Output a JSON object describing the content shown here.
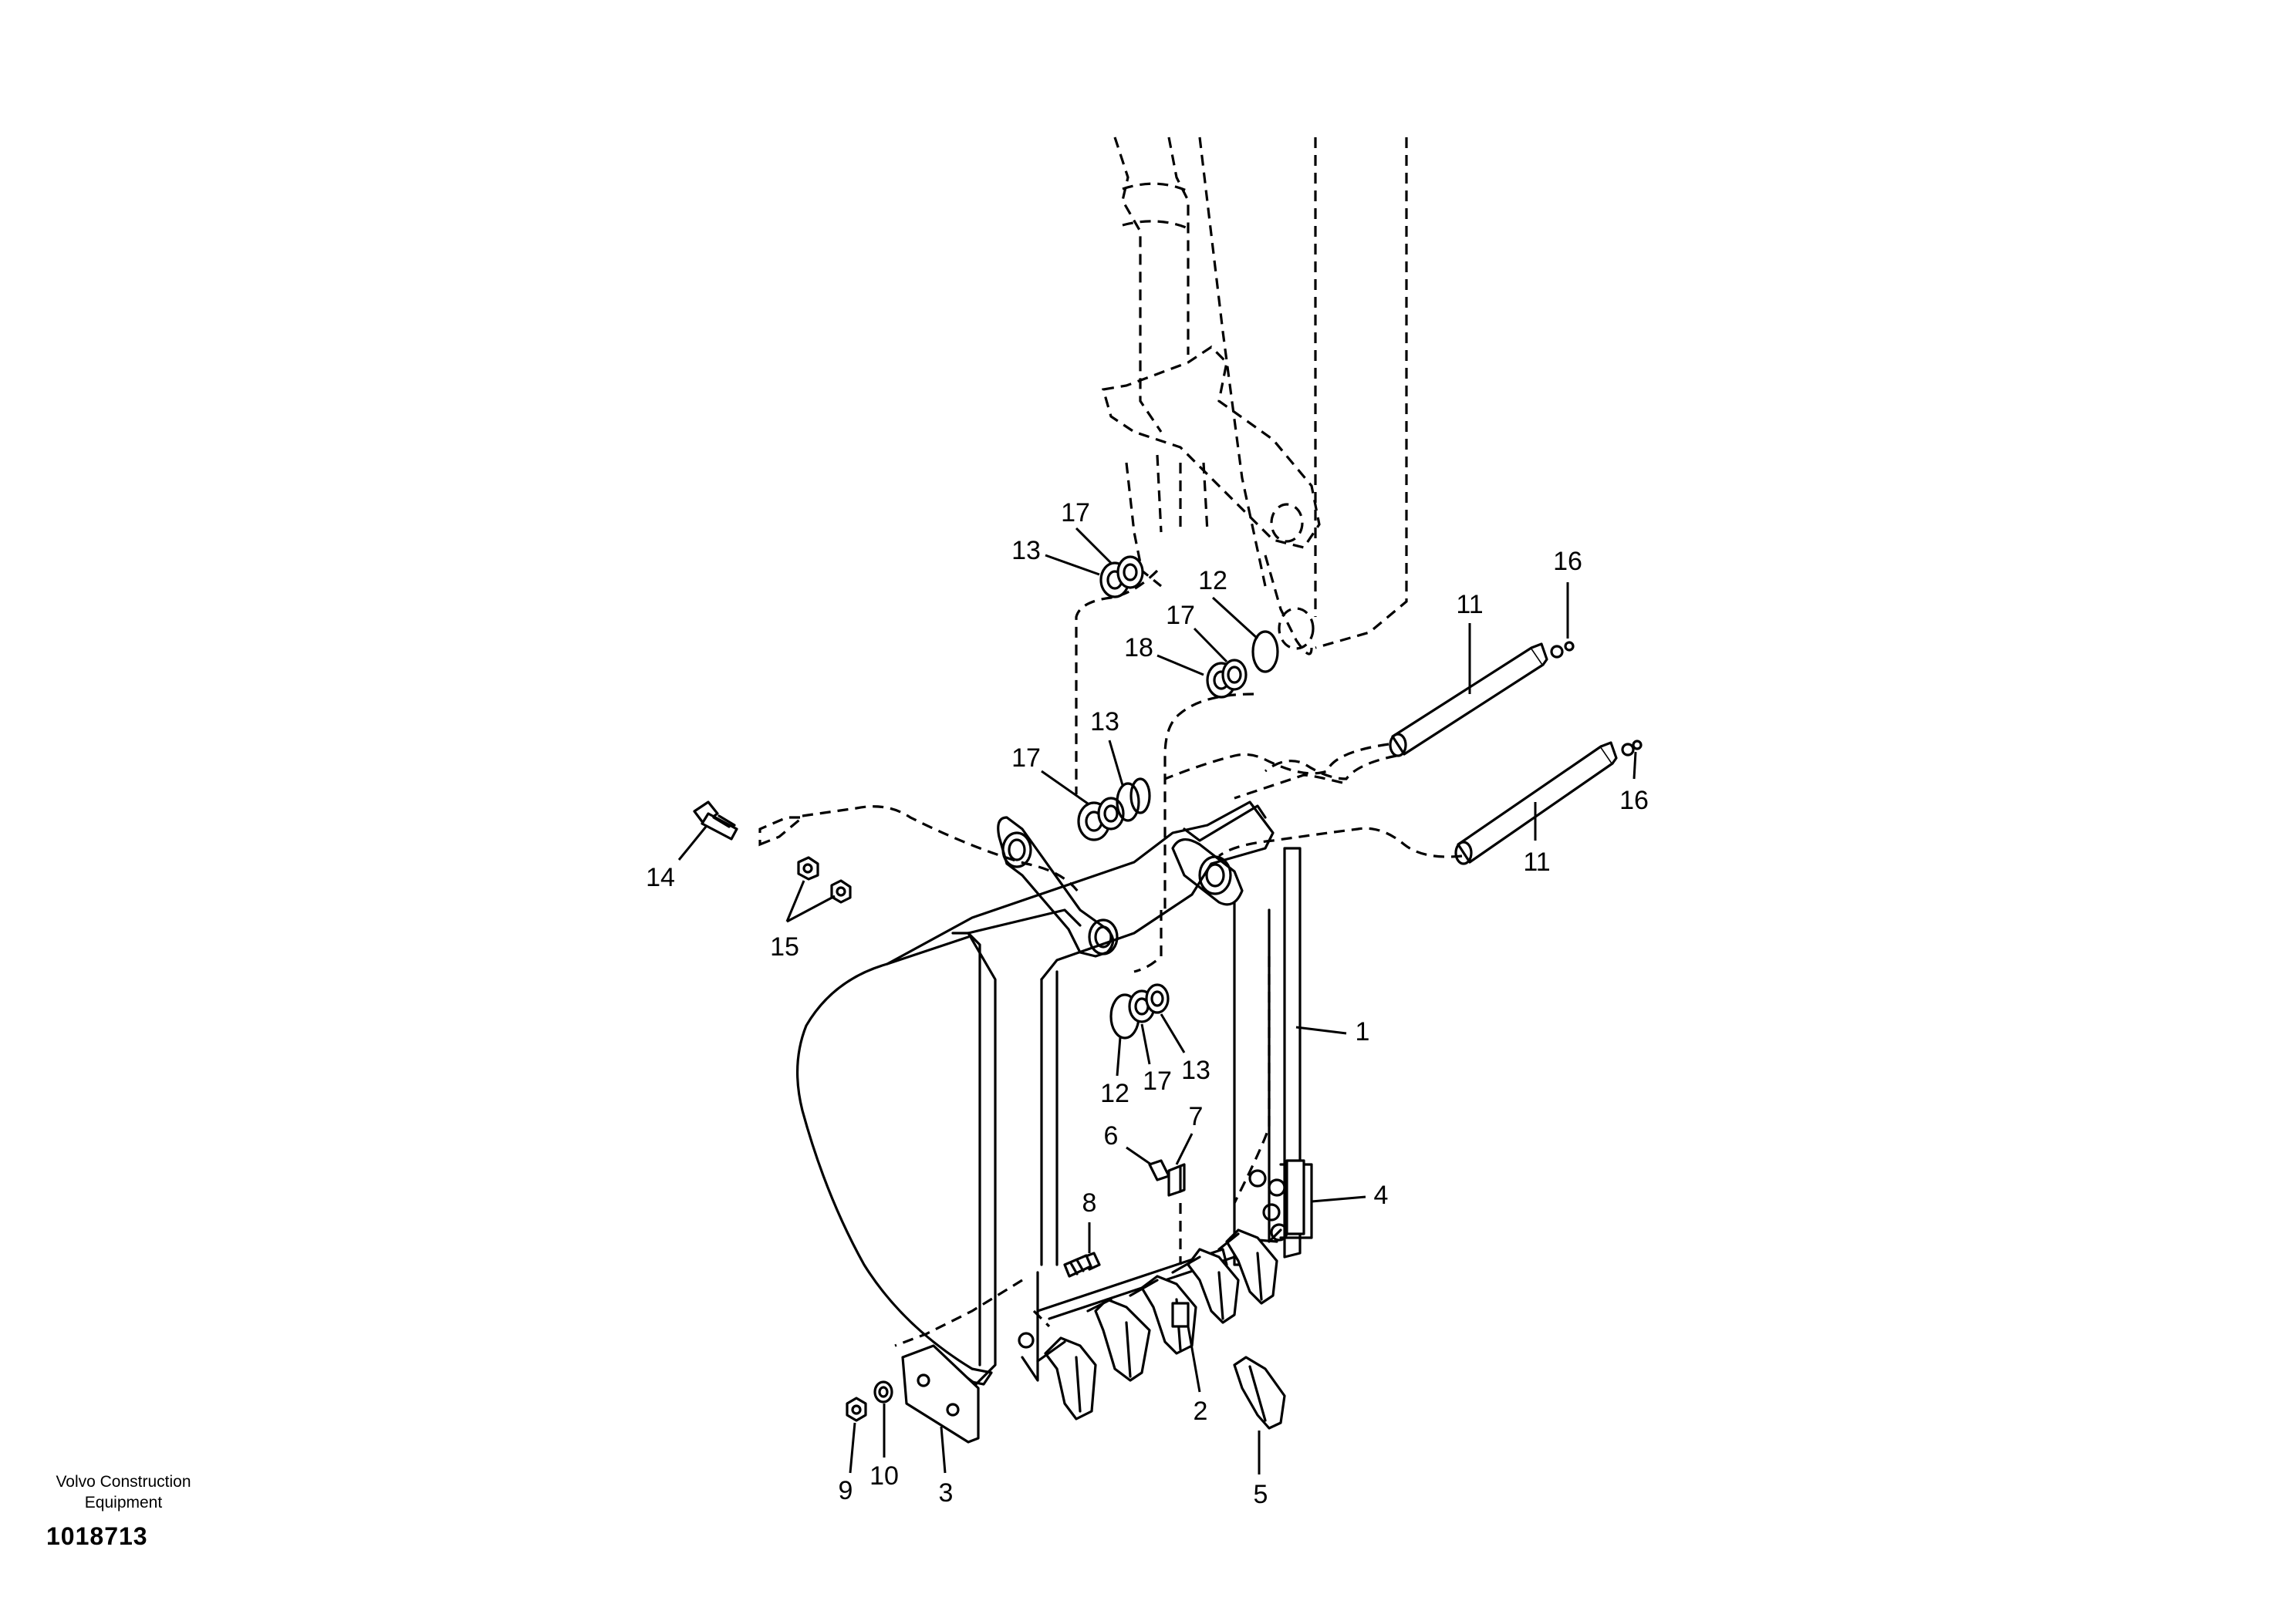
{
  "drawing": {
    "publisher_line1": "Volvo Construction",
    "publisher_line2": "Equipment",
    "drawing_number": "1018713"
  },
  "callouts": {
    "c1": "1",
    "c2": "2",
    "c3": "3",
    "c4": "4",
    "c5": "5",
    "c6": "6",
    "c7": "7",
    "c8": "8",
    "c9": "9",
    "c10": "10",
    "c11a": "11",
    "c11b": "11",
    "c12a": "12",
    "c12b": "12",
    "c13a": "13",
    "c13b": "13",
    "c13c": "13",
    "c14": "14",
    "c15": "15",
    "c16a": "16",
    "c16b": "16",
    "c17a": "17",
    "c17b": "17",
    "c17c": "17",
    "c17d": "17",
    "c18": "18"
  }
}
